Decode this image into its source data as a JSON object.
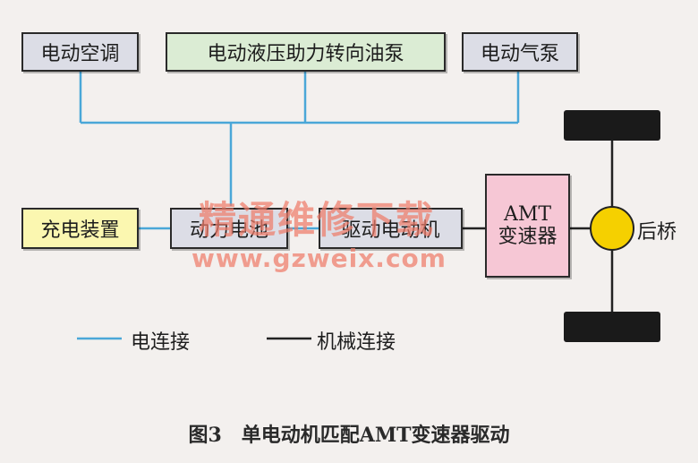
{
  "boxes": {
    "ac": "电动空调",
    "steering_pump": "电动液压助力转向油泵",
    "air_pump": "电动气泵",
    "charger": "充电装置",
    "battery": "动力电池",
    "motor": "驱动电动机",
    "amt_line1": "AMT",
    "amt_line2": "变速器"
  },
  "axle_label": "后桥",
  "legend": {
    "electric": "电连接",
    "mechanical": "机械连接"
  },
  "watermark": {
    "line1": "精通维修下载",
    "line2": "www.gzweix.com"
  },
  "caption": "图3　单电动机匹配AMT变速器驱动",
  "colors": {
    "electric_line": "#4aa7d8",
    "mechanical_line": "#222222",
    "wheel": "#1a1a1a",
    "axle_circle": "#f5d000"
  }
}
